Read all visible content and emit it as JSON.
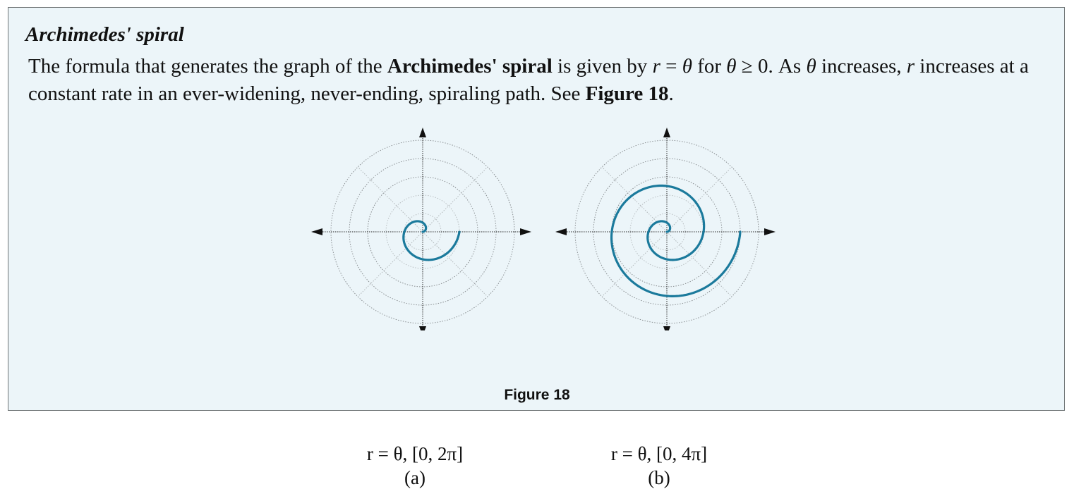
{
  "title": "Archimedes' spiral",
  "paragraph": {
    "t1": "The formula that generates the graph of the ",
    "bold1": "Archimedes' spiral",
    "t2": " is given by ",
    "r1": "r",
    "t3": " = ",
    "theta1": "θ",
    "t4": " for ",
    "theta2": "θ",
    "t5": " ≥ 0. As ",
    "theta3": "θ",
    "t6": " increases, ",
    "r2": "r",
    "t7": " increases at a constant rate in an ever-widening, never-ending, spiraling path. See ",
    "bold2": "Figure 18",
    "t8": "."
  },
  "figures": [
    {
      "formula": "r = θ, [0, 2π]",
      "label": "(a)",
      "theta_max_pi": 2
    },
    {
      "formula": "r = θ, [0, 4π]",
      "label": "(b)",
      "theta_max_pi": 4
    }
  ],
  "figure_caption": "Figure 18",
  "colors": {
    "spiral": "#1b7a9c",
    "box_bg": "#ecf5f9",
    "box_border": "#6f7475"
  }
}
